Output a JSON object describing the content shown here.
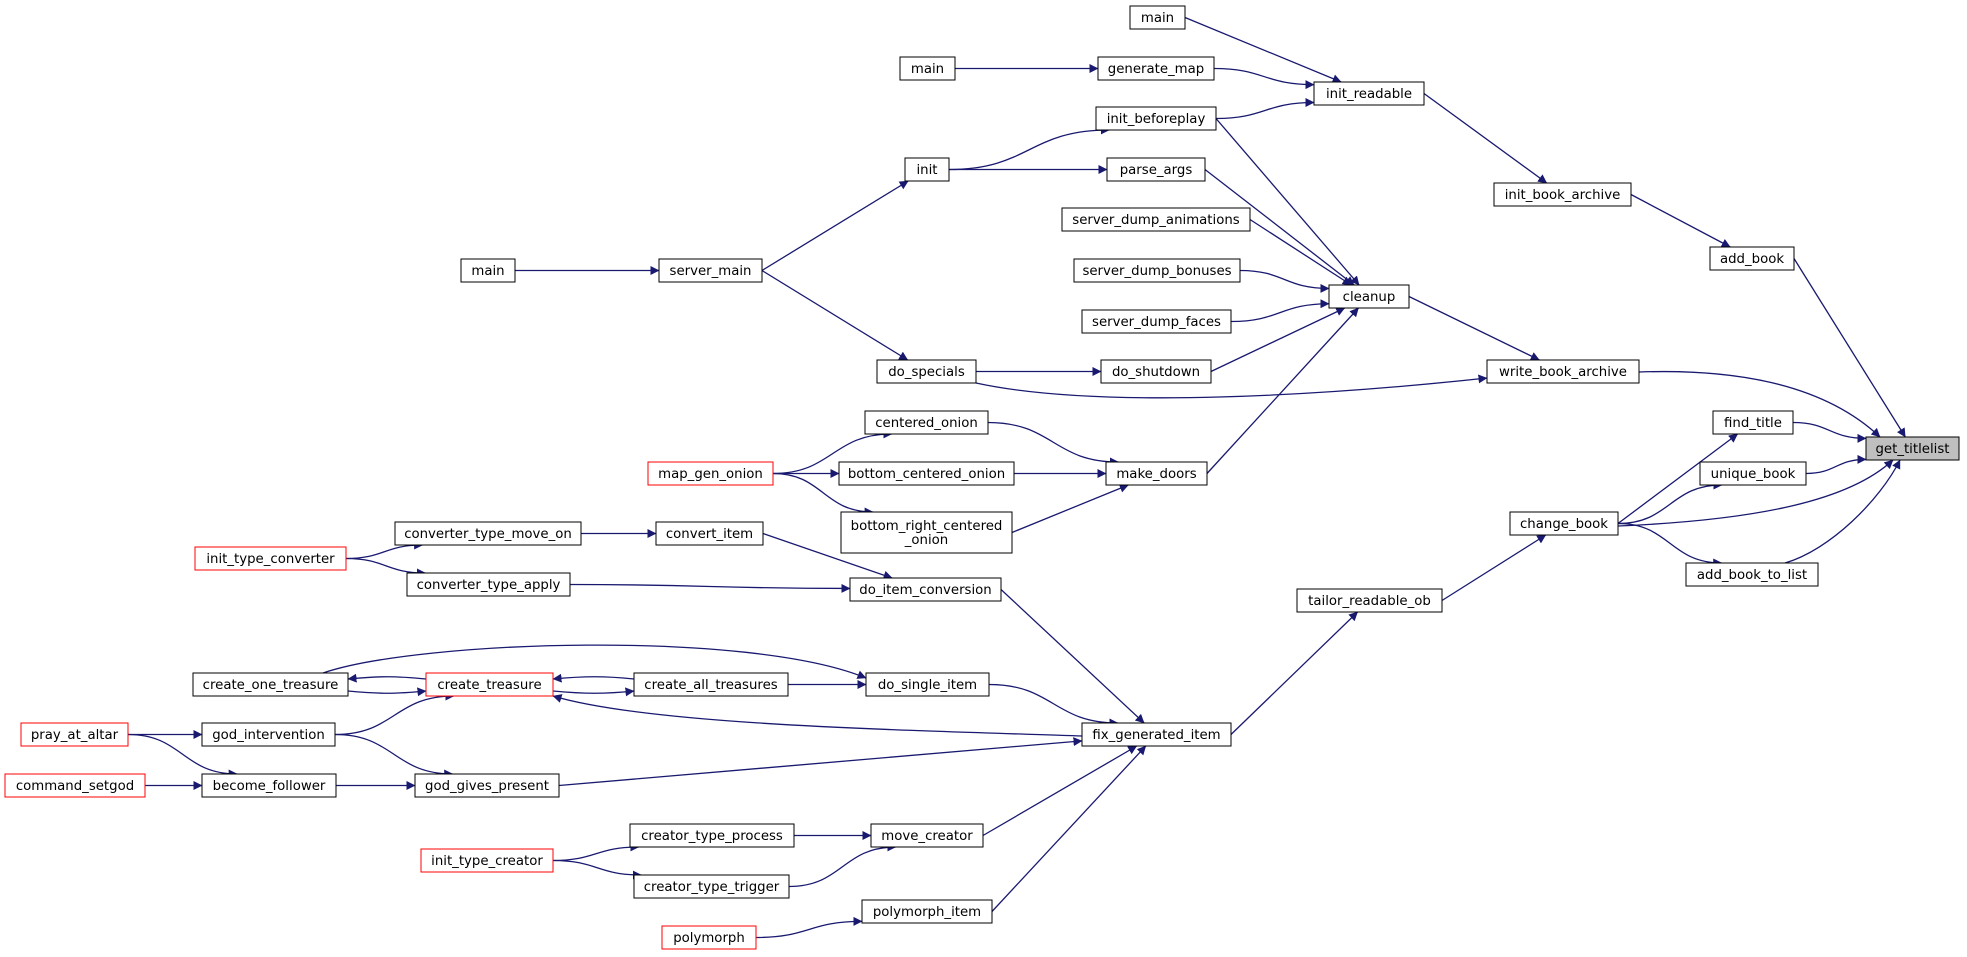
{
  "colors": {
    "edge": "#191970",
    "box_border": "#000000",
    "truncated_border": "#ff0000",
    "focus_fill": "#bfbfbf",
    "background": "#ffffff"
  },
  "nodes": [
    {
      "id": "get_titlelist",
      "lines": [
        "get_titlelist"
      ],
      "focus": true
    },
    {
      "id": "add_book",
      "lines": [
        "add_book"
      ]
    },
    {
      "id": "init_book_archive",
      "lines": [
        "init_book_archive"
      ]
    },
    {
      "id": "init_readable",
      "lines": [
        "init_readable"
      ]
    },
    {
      "id": "main_a",
      "lines": [
        "main"
      ]
    },
    {
      "id": "generate_map",
      "lines": [
        "generate_map"
      ]
    },
    {
      "id": "main_b",
      "lines": [
        "main"
      ]
    },
    {
      "id": "init_beforeplay",
      "lines": [
        "init_beforeplay"
      ]
    },
    {
      "id": "init",
      "lines": [
        "init"
      ]
    },
    {
      "id": "server_main",
      "lines": [
        "server_main"
      ]
    },
    {
      "id": "main_c",
      "lines": [
        "main"
      ]
    },
    {
      "id": "write_book_archive",
      "lines": [
        "write_book_archive"
      ]
    },
    {
      "id": "cleanup",
      "lines": [
        "cleanup"
      ]
    },
    {
      "id": "parse_args",
      "lines": [
        "parse_args"
      ]
    },
    {
      "id": "server_dump_animations",
      "lines": [
        "server_dump_animations"
      ]
    },
    {
      "id": "server_dump_bonuses",
      "lines": [
        "server_dump_bonuses"
      ]
    },
    {
      "id": "server_dump_faces",
      "lines": [
        "server_dump_faces"
      ]
    },
    {
      "id": "do_shutdown",
      "lines": [
        "do_shutdown"
      ]
    },
    {
      "id": "do_specials",
      "lines": [
        "do_specials"
      ]
    },
    {
      "id": "make_doors",
      "lines": [
        "make_doors"
      ]
    },
    {
      "id": "centered_onion",
      "lines": [
        "centered_onion"
      ]
    },
    {
      "id": "bottom_centered_onion",
      "lines": [
        "bottom_centered_onion"
      ]
    },
    {
      "id": "bottom_right_centered_onion",
      "lines": [
        "bottom_right_centered",
        "_onion"
      ]
    },
    {
      "id": "map_gen_onion",
      "lines": [
        "map_gen_onion"
      ],
      "truncated": true
    },
    {
      "id": "find_title",
      "lines": [
        "find_title"
      ]
    },
    {
      "id": "unique_book",
      "lines": [
        "unique_book"
      ]
    },
    {
      "id": "add_book_to_list",
      "lines": [
        "add_book_to_list"
      ]
    },
    {
      "id": "change_book",
      "lines": [
        "change_book"
      ]
    },
    {
      "id": "tailor_readable_ob",
      "lines": [
        "tailor_readable_ob"
      ]
    },
    {
      "id": "fix_generated_item",
      "lines": [
        "fix_generated_item"
      ]
    },
    {
      "id": "do_item_conversion",
      "lines": [
        "do_item_conversion"
      ]
    },
    {
      "id": "convert_item",
      "lines": [
        "convert_item"
      ]
    },
    {
      "id": "converter_type_move_on",
      "lines": [
        "converter_type_move_on"
      ]
    },
    {
      "id": "converter_type_apply",
      "lines": [
        "converter_type_apply"
      ]
    },
    {
      "id": "init_type_converter",
      "lines": [
        "init_type_converter"
      ],
      "truncated": true
    },
    {
      "id": "do_single_item",
      "lines": [
        "do_single_item"
      ]
    },
    {
      "id": "create_all_treasures",
      "lines": [
        "create_all_treasures"
      ]
    },
    {
      "id": "create_treasure",
      "lines": [
        "create_treasure"
      ],
      "truncated": true
    },
    {
      "id": "create_one_treasure",
      "lines": [
        "create_one_treasure"
      ]
    },
    {
      "id": "god_intervention",
      "lines": [
        "god_intervention"
      ]
    },
    {
      "id": "pray_at_altar",
      "lines": [
        "pray_at_altar"
      ],
      "truncated": true
    },
    {
      "id": "god_gives_present",
      "lines": [
        "god_gives_present"
      ]
    },
    {
      "id": "become_follower",
      "lines": [
        "become_follower"
      ]
    },
    {
      "id": "command_setgod",
      "lines": [
        "command_setgod"
      ],
      "truncated": true
    },
    {
      "id": "move_creator",
      "lines": [
        "move_creator"
      ]
    },
    {
      "id": "creator_type_process",
      "lines": [
        "creator_type_process"
      ]
    },
    {
      "id": "creator_type_trigger",
      "lines": [
        "creator_type_trigger"
      ]
    },
    {
      "id": "init_type_creator",
      "lines": [
        "init_type_creator"
      ],
      "truncated": true
    },
    {
      "id": "polymorph_item",
      "lines": [
        "polymorph_item"
      ]
    },
    {
      "id": "polymorph",
      "lines": [
        "polymorph"
      ],
      "truncated": true
    }
  ],
  "edges": [
    {
      "from": "add_book",
      "to": "get_titlelist"
    },
    {
      "from": "init_book_archive",
      "to": "add_book"
    },
    {
      "from": "init_readable",
      "to": "init_book_archive"
    },
    {
      "from": "main_a",
      "to": "init_readable"
    },
    {
      "from": "generate_map",
      "to": "init_readable"
    },
    {
      "from": "main_b",
      "to": "generate_map"
    },
    {
      "from": "init_beforeplay",
      "to": "init_readable"
    },
    {
      "from": "init",
      "to": "init_beforeplay"
    },
    {
      "from": "init",
      "to": "parse_args"
    },
    {
      "from": "server_main",
      "to": "init"
    },
    {
      "from": "main_c",
      "to": "server_main"
    },
    {
      "from": "server_main",
      "to": "do_specials"
    },
    {
      "from": "write_book_archive",
      "to": "get_titlelist"
    },
    {
      "from": "cleanup",
      "to": "write_book_archive"
    },
    {
      "from": "init_beforeplay",
      "to": "cleanup"
    },
    {
      "from": "parse_args",
      "to": "cleanup"
    },
    {
      "from": "server_dump_animations",
      "to": "cleanup"
    },
    {
      "from": "server_dump_bonuses",
      "to": "cleanup"
    },
    {
      "from": "server_dump_faces",
      "to": "cleanup"
    },
    {
      "from": "do_shutdown",
      "to": "cleanup"
    },
    {
      "from": "make_doors",
      "to": "cleanup"
    },
    {
      "from": "do_specials",
      "to": "do_shutdown"
    },
    {
      "from": "do_specials",
      "to": "write_book_archive"
    },
    {
      "from": "centered_onion",
      "to": "make_doors"
    },
    {
      "from": "bottom_centered_onion",
      "to": "make_doors"
    },
    {
      "from": "bottom_right_centered_onion",
      "to": "make_doors"
    },
    {
      "from": "map_gen_onion",
      "to": "centered_onion"
    },
    {
      "from": "map_gen_onion",
      "to": "bottom_centered_onion"
    },
    {
      "from": "map_gen_onion",
      "to": "bottom_right_centered_onion"
    },
    {
      "from": "find_title",
      "to": "get_titlelist"
    },
    {
      "from": "unique_book",
      "to": "get_titlelist"
    },
    {
      "from": "change_book",
      "to": "get_titlelist"
    },
    {
      "from": "add_book_to_list",
      "to": "get_titlelist"
    },
    {
      "from": "change_book",
      "to": "find_title"
    },
    {
      "from": "change_book",
      "to": "unique_book"
    },
    {
      "from": "change_book",
      "to": "add_book_to_list"
    },
    {
      "from": "tailor_readable_ob",
      "to": "change_book"
    },
    {
      "from": "fix_generated_item",
      "to": "tailor_readable_ob"
    },
    {
      "from": "do_item_conversion",
      "to": "fix_generated_item"
    },
    {
      "from": "convert_item",
      "to": "do_item_conversion"
    },
    {
      "from": "converter_type_move_on",
      "to": "convert_item"
    },
    {
      "from": "converter_type_apply",
      "to": "do_item_conversion"
    },
    {
      "from": "init_type_converter",
      "to": "converter_type_move_on"
    },
    {
      "from": "init_type_converter",
      "to": "converter_type_apply"
    },
    {
      "from": "do_single_item",
      "to": "fix_generated_item"
    },
    {
      "from": "create_all_treasures",
      "to": "do_single_item"
    },
    {
      "from": "create_one_treasure",
      "to": "do_single_item"
    },
    {
      "from": "create_treasure",
      "to": "create_all_treasures"
    },
    {
      "from": "create_all_treasures",
      "to": "create_treasure"
    },
    {
      "from": "create_treasure",
      "to": "create_one_treasure"
    },
    {
      "from": "create_one_treasure",
      "to": "create_treasure"
    },
    {
      "from": "fix_generated_item",
      "to": "create_treasure"
    },
    {
      "from": "god_intervention",
      "to": "create_treasure"
    },
    {
      "from": "pray_at_altar",
      "to": "god_intervention"
    },
    {
      "from": "pray_at_altar",
      "to": "become_follower"
    },
    {
      "from": "god_gives_present",
      "to": "fix_generated_item"
    },
    {
      "from": "god_intervention",
      "to": "god_gives_present"
    },
    {
      "from": "become_follower",
      "to": "god_gives_present"
    },
    {
      "from": "command_setgod",
      "to": "become_follower"
    },
    {
      "from": "move_creator",
      "to": "fix_generated_item"
    },
    {
      "from": "creator_type_process",
      "to": "move_creator"
    },
    {
      "from": "creator_type_trigger",
      "to": "move_creator"
    },
    {
      "from": "init_type_creator",
      "to": "creator_type_process"
    },
    {
      "from": "init_type_creator",
      "to": "creator_type_trigger"
    },
    {
      "from": "polymorph_item",
      "to": "fix_generated_item"
    },
    {
      "from": "polymorph",
      "to": "polymorph_item"
    }
  ]
}
